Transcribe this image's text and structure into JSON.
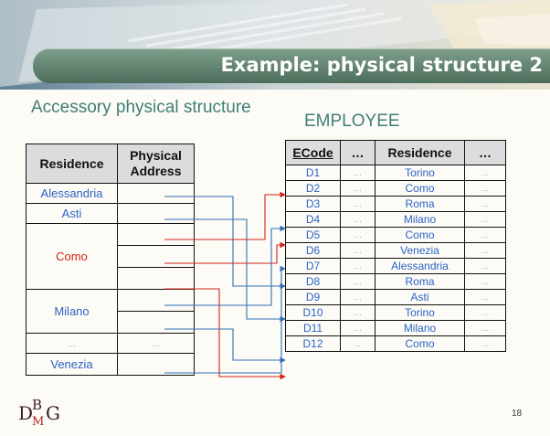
{
  "slide": {
    "title": "Example: physical structure 2",
    "page_number": "18",
    "logo": {
      "d": "D",
      "b": "B",
      "m": "M",
      "g": "G"
    }
  },
  "accessory": {
    "title": "Accessory physical structure",
    "headers": [
      "Residence",
      "Physical Address"
    ],
    "residences": [
      "Alessandria",
      "Asti",
      "Como",
      "Milano",
      "…",
      "Venezia"
    ],
    "address_ellipsis": "…"
  },
  "employee": {
    "title": "EMPLOYEE",
    "headers": [
      "ECode",
      "…",
      "Residence",
      "…"
    ],
    "rows": [
      {
        "ecode": "D1",
        "c2": "…",
        "residence": "Torino",
        "c4": "…"
      },
      {
        "ecode": "D2",
        "c2": "…",
        "residence": "Como",
        "c4": "…"
      },
      {
        "ecode": "D3",
        "c2": "…",
        "residence": "Roma",
        "c4": "…"
      },
      {
        "ecode": "D4",
        "c2": "…",
        "residence": "Milano",
        "c4": "…"
      },
      {
        "ecode": "D5",
        "c2": "…",
        "residence": "Como",
        "c4": "…"
      },
      {
        "ecode": "D6",
        "c2": "…",
        "residence": "Venezia",
        "c4": "…"
      },
      {
        "ecode": "D7",
        "c2": "…",
        "residence": "Alessandria",
        "c4": "…"
      },
      {
        "ecode": "D8",
        "c2": "…",
        "residence": "Roma",
        "c4": "…"
      },
      {
        "ecode": "D9",
        "c2": "…",
        "residence": "Asti",
        "c4": "…"
      },
      {
        "ecode": "D10",
        "c2": "…",
        "residence": "Torino",
        "c4": "…"
      },
      {
        "ecode": "D11",
        "c2": "…",
        "residence": "Milano",
        "c4": "…"
      },
      {
        "ecode": "D12",
        "c2": "..",
        "residence": "Como",
        "c4": "…"
      }
    ]
  },
  "colors": {
    "pointer_blue": "#2f6fb5",
    "pointer_red": "#d0241a"
  }
}
